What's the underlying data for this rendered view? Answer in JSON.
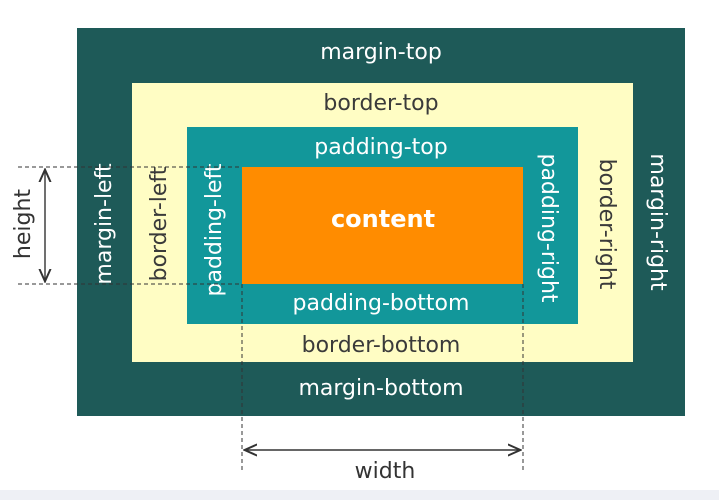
{
  "colors": {
    "margin": "#1e5a58",
    "border": "#fffdc4",
    "padding": "#12979a",
    "content": "#ff8c00",
    "margin_text": "#ffffff",
    "border_text": "#3a3a3a",
    "padding_text": "#ffffff",
    "content_text": "#ffffff",
    "dim_text": "#333333",
    "dim_line": "#333333"
  },
  "labels": {
    "margin_top": "margin-top",
    "margin_bottom": "margin-bottom",
    "margin_left": "margin-left",
    "margin_right": "margin-right",
    "border_top": "border-top",
    "border_bottom": "border-bottom",
    "border_left": "border-left",
    "border_right": "border-right",
    "padding_top": "padding-top",
    "padding_bottom": "padding-bottom",
    "padding_left": "padding-left",
    "padding_right": "padding-right",
    "content": "content",
    "height": "height",
    "width": "width"
  }
}
